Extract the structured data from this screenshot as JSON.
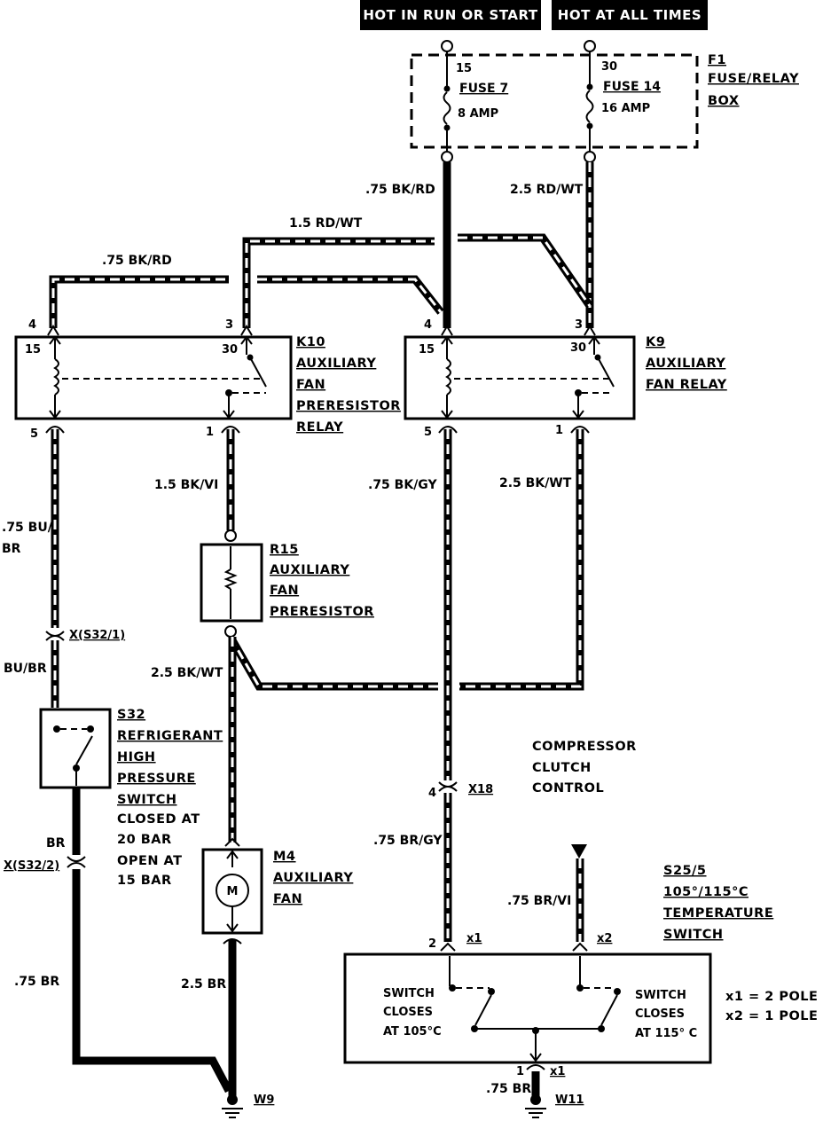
{
  "headers": {
    "run_start": "HOT IN RUN OR START",
    "all_times": "HOT AT ALL TIMES"
  },
  "fuse_box": {
    "id": "F1",
    "name_line1": "FUSE/RELAY",
    "name_line2": "BOX",
    "fuse7": {
      "pin": "15",
      "name": "FUSE 7",
      "rating": "8 AMP"
    },
    "fuse14": {
      "pin": "30",
      "name": "FUSE 14",
      "rating": "16 AMP"
    }
  },
  "k10": {
    "id": "K10",
    "line1": "AUXILIARY",
    "line2": "FAN",
    "line3": "PRERESISTOR",
    "line4": "RELAY",
    "pin_in_left": "4",
    "pin_in_right": "3",
    "coil_label": "15",
    "contact_label": "30",
    "pin_out_left": "5",
    "pin_out_right": "1"
  },
  "k9": {
    "id": "K9",
    "line1": "AUXILIARY",
    "line2": "FAN RELAY",
    "pin_in_left": "4",
    "pin_in_right": "3",
    "coil_label": "15",
    "contact_label": "30",
    "pin_out_left": "5",
    "pin_out_right": "1"
  },
  "r15": {
    "id": "R15",
    "line1": "AUXILIARY",
    "line2": "FAN",
    "line3": "PRERESISTOR"
  },
  "s32": {
    "id": "S32",
    "line1": "REFRIGERANT",
    "line2": "HIGH",
    "line3": "PRESSURE",
    "line4": "SWITCH",
    "note1": "CLOSED AT",
    "note2": "20 BAR",
    "note3": "OPEN AT",
    "note4": "15 BAR"
  },
  "m4": {
    "id": "M4",
    "line1": "AUXILIARY",
    "line2": "FAN",
    "motor": "M"
  },
  "s25": {
    "id": "S25/5",
    "line1": "105°/115°C",
    "line2": "TEMPERATURE",
    "line3": "SWITCH",
    "pin_x1": "2",
    "pin_x1_label": "x1",
    "pin_x2_label": "x2",
    "left_switch": [
      "SWITCH",
      "CLOSES",
      "AT 105°C"
    ],
    "right_switch": [
      "SWITCH",
      "CLOSES",
      "AT 115° C"
    ],
    "legend1": "x1 = 2 POLE",
    "legend2": "x2 = 1 POLE",
    "pin_out": "1",
    "pin_out_label": "x1"
  },
  "compressor": {
    "line1": "COMPRESSOR",
    "line2": "CLUTCH",
    "line3": "CONTROL"
  },
  "connectors": {
    "xs32_1": "X(S32/1)",
    "xs32_2": "X(S32/2)",
    "x18": "X18",
    "x18_pin": "4"
  },
  "grounds": {
    "w9": "W9",
    "w11": "W11"
  },
  "wires": {
    "w_bkrd_fuse": ".75 BK/RD",
    "w_rdwt_fuse": "2.5 RD/WT",
    "w_rdwt_k10": "1.5 RD/WT",
    "w_bkrd_k10": ".75 BK/RD",
    "w_bkvi": "1.5 BK/VI",
    "w_bkgy": ".75 BK/GY",
    "w_bkwt_k9": "2.5 BK/WT",
    "w_bubr_1": ".75 BU/",
    "w_bubr_2": "BR",
    "w_bubr_3": "BU/BR",
    "w_bkwt_r15": "2.5 BK/WT",
    "w_br_s32": "BR",
    "w_br_075": ".75 BR",
    "w_br_25": "2.5 BR",
    "w_brgy": ".75 BR/GY",
    "w_brvi": ".75 BR/VI",
    "w_br_w11": ".75 BR"
  }
}
